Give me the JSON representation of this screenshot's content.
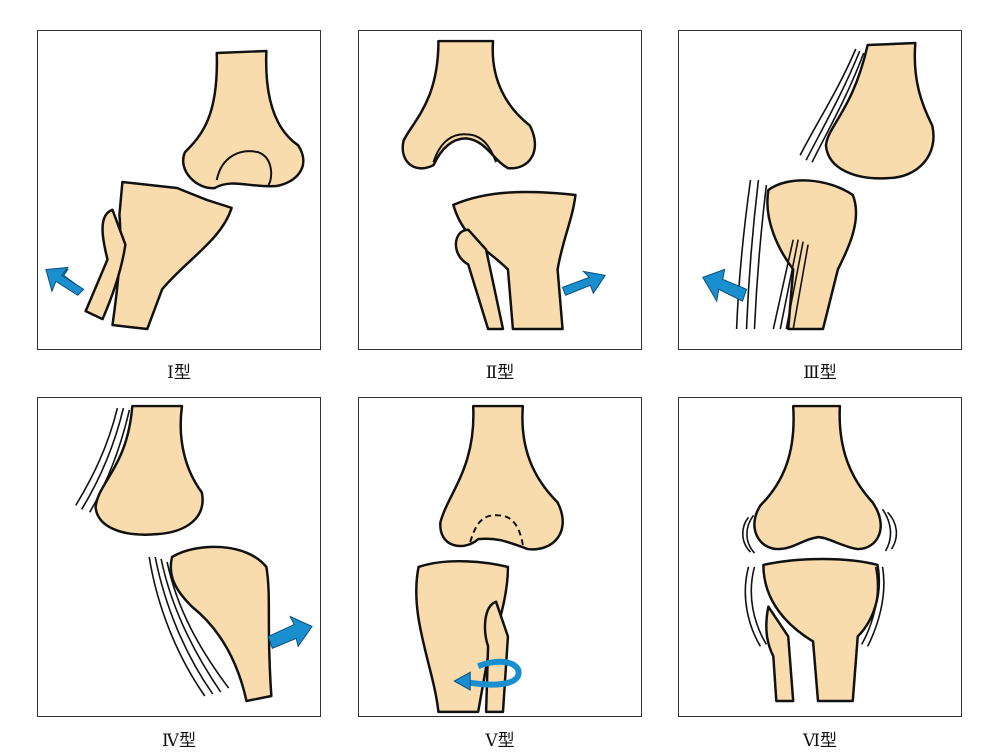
{
  "figure": {
    "panels": [
      {
        "label": "Ⅰ型"
      },
      {
        "label": "Ⅱ型"
      },
      {
        "label": "Ⅲ型"
      },
      {
        "label": "Ⅳ型"
      },
      {
        "label": "Ⅴ型"
      },
      {
        "label": "Ⅵ型"
      }
    ],
    "colors": {
      "bone": "#f9dcae",
      "arrow": "#1a8fd0",
      "outline": "#111111"
    }
  }
}
